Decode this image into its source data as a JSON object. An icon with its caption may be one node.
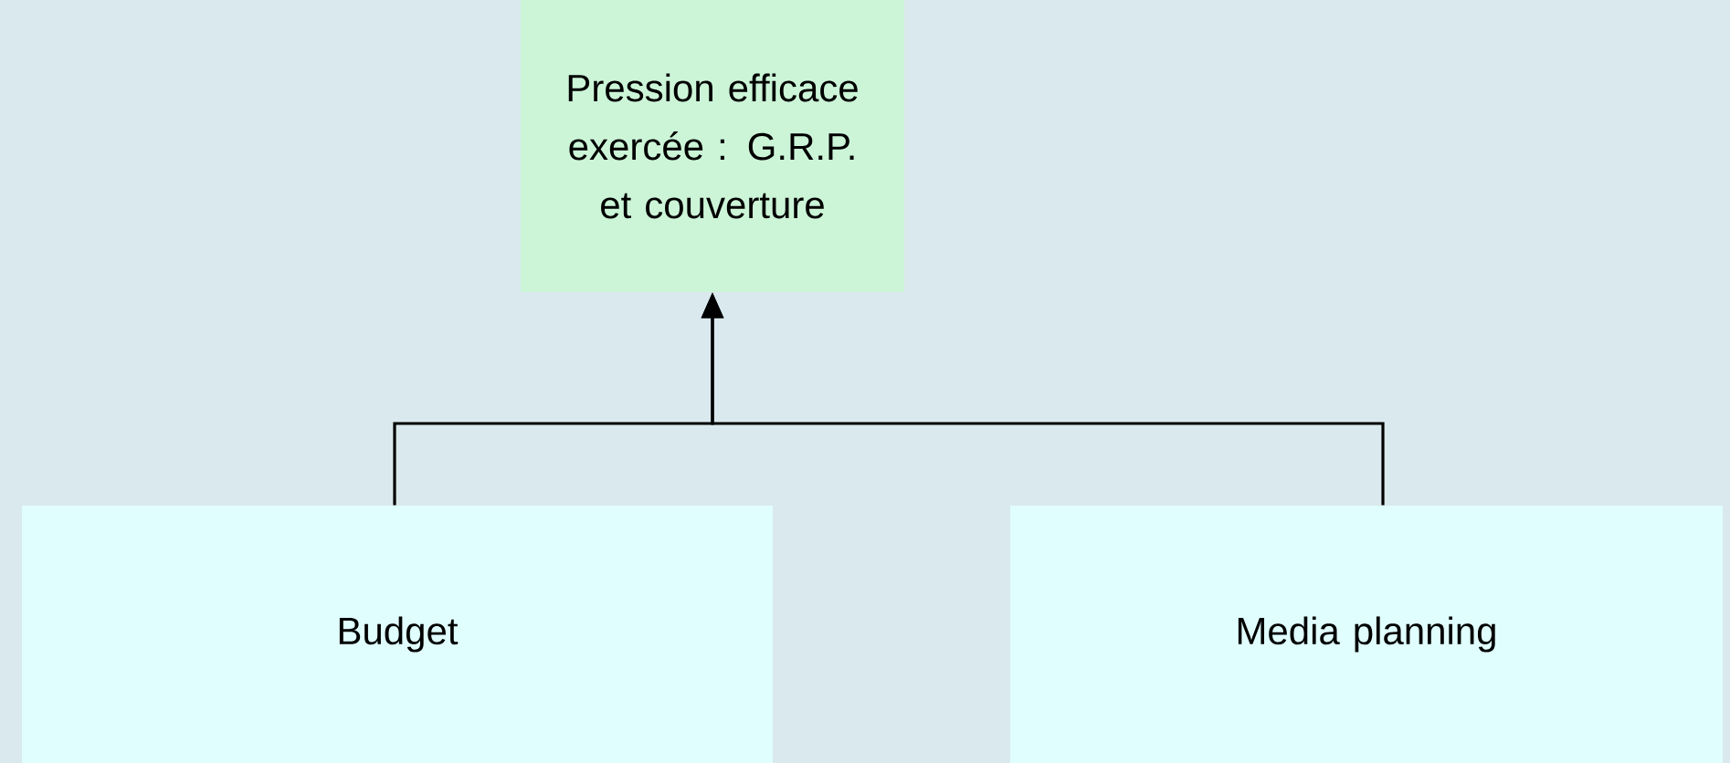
{
  "diagram": {
    "nodes": [
      {
        "text": [
          "Pression efficace exercée : G.R.P. et couverture"
        ]
      },
      {
        "text": [
          "Budget"
        ]
      },
      {
        "text": [
          "Media planning"
        ]
      }
    ],
    "edges": [
      {
        "from": 1,
        "to": 0,
        "arrow": "to"
      },
      {
        "from": 2,
        "to": 0,
        "arrow": "to"
      }
    ]
  }
}
